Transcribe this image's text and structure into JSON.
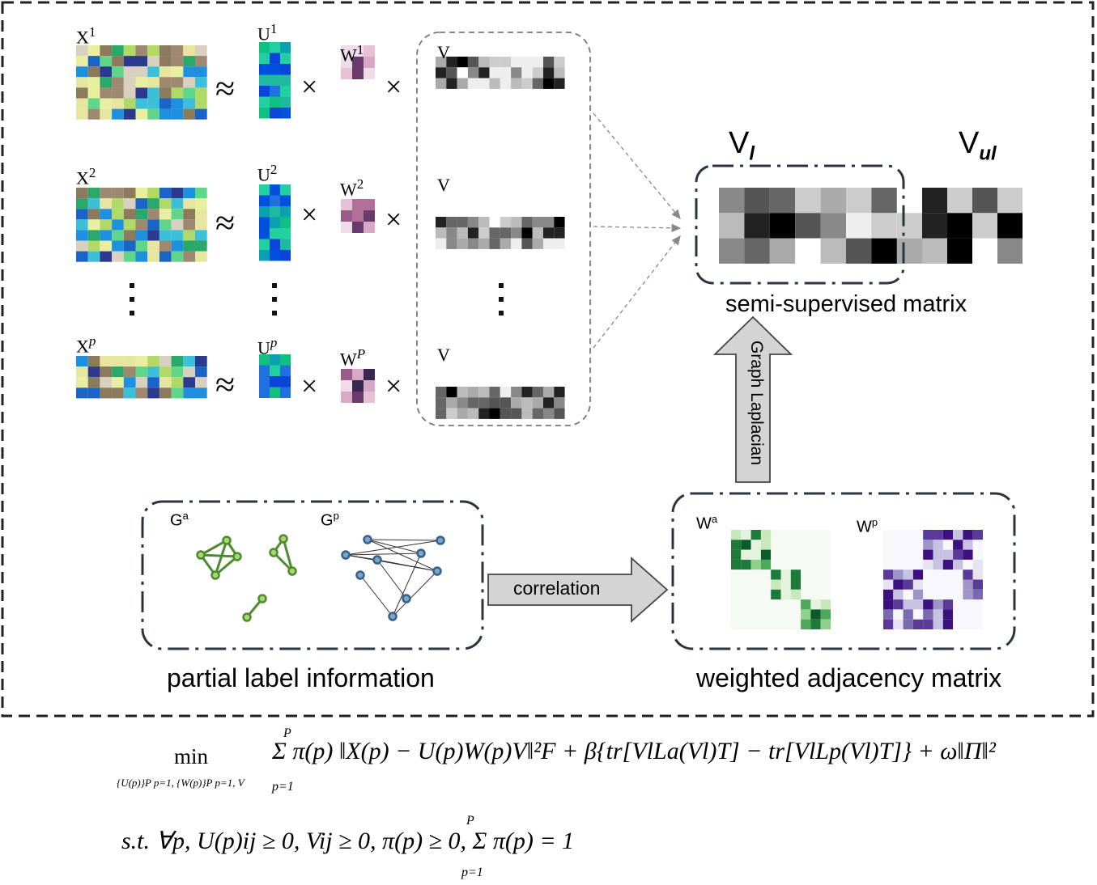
{
  "views": [
    {
      "x_label": "X",
      "x_sup": "1",
      "u_label": "U",
      "u_sup": "1",
      "w_label": "W",
      "w_sup": "1",
      "v_label": "V"
    },
    {
      "x_label": "X",
      "x_sup": "2",
      "u_label": "U",
      "u_sup": "2",
      "w_label": "W",
      "w_sup": "2",
      "v_label": "V"
    },
    {
      "x_label": "X",
      "x_sup": "p",
      "u_label": "U",
      "u_sup": "p",
      "w_label": "W",
      "w_sup": "P",
      "v_label": "V"
    }
  ],
  "semi": {
    "vl_label": "V",
    "vl_sub": "l",
    "vul_label": "V",
    "vul_sub": "ul",
    "caption": "semi-supervised matrix"
  },
  "arrow_up_label": "Graph Laplacian",
  "partial": {
    "ga": "Ga",
    "gp": "Gp",
    "ga_base": "G",
    "ga_sup": "a",
    "gp_base": "G",
    "gp_sup": "p",
    "caption": "partial label information"
  },
  "correlation_label": "correlation",
  "adjacency": {
    "wa_base": "W",
    "wa_sup": "a",
    "wp_base": "W",
    "wp_sup": "p",
    "caption": "weighted adjacency matrix"
  },
  "formula": {
    "objective_min": "min",
    "objective_under": "{U(p)}P p=1, {W(p)}P p=1, V",
    "objective_body": "Σ π(p) ‖X(p) − U(p)W(p)V‖²F + β{tr[VlLa(Vl)T] − tr[VlLp(Vl)T]} + ω‖Π‖²",
    "sum_top": "P",
    "sum_bottom": "p=1",
    "constraint": "s.t.  ∀p, U(p)ij ≥ 0, Vij ≥ 0, π(p) ≥ 0, Σ π(p) = 1"
  },
  "colors": {
    "border": "#222",
    "dash_gray": "#777",
    "green": "#4e8a30",
    "blue_node": "#3a5f8a",
    "arrow_fill": "#d4d4d4"
  }
}
